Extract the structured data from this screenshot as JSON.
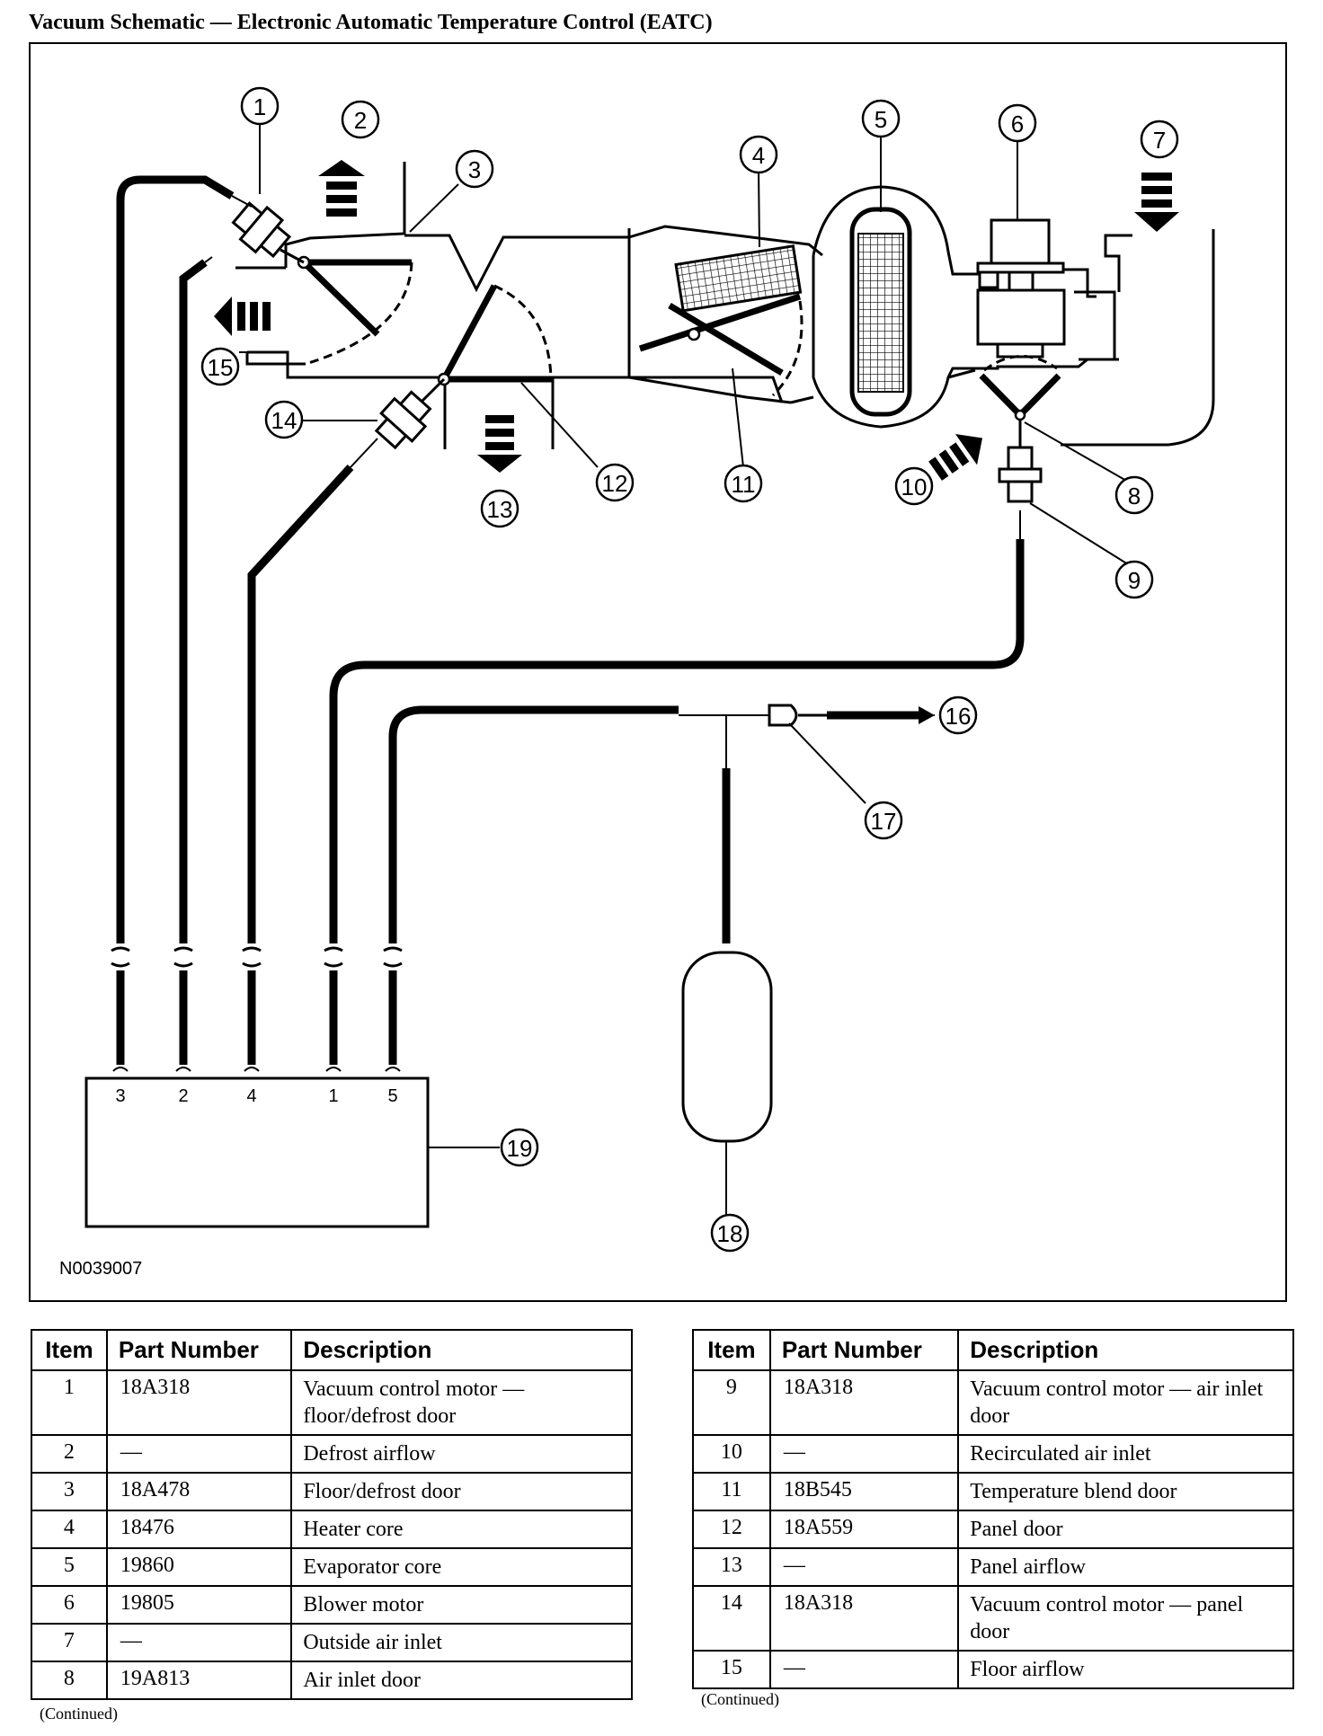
{
  "title": "Vacuum Schematic — Electronic Automatic Temperature Control (EATC)",
  "diagram": {
    "figure_id": "N0039007",
    "callouts": [
      "1",
      "2",
      "3",
      "4",
      "5",
      "6",
      "7",
      "8",
      "9",
      "10",
      "11",
      "12",
      "13",
      "14",
      "15",
      "16",
      "17",
      "18",
      "19"
    ],
    "port_labels": [
      "3",
      "2",
      "4",
      "1",
      "5"
    ]
  },
  "table_headers": {
    "item": "Item",
    "part_number": "Part Number",
    "description": "Description"
  },
  "table_left": [
    {
      "item": "1",
      "part": "18A318",
      "desc": "Vacuum control motor — floor/defrost door"
    },
    {
      "item": "2",
      "part": "—",
      "desc": "Defrost airflow"
    },
    {
      "item": "3",
      "part": "18A478",
      "desc": "Floor/defrost door"
    },
    {
      "item": "4",
      "part": "18476",
      "desc": "Heater core"
    },
    {
      "item": "5",
      "part": "19860",
      "desc": "Evaporator core"
    },
    {
      "item": "6",
      "part": "19805",
      "desc": "Blower motor"
    },
    {
      "item": "7",
      "part": "—",
      "desc": "Outside air inlet"
    },
    {
      "item": "8",
      "part": "19A813",
      "desc": "Air inlet door"
    }
  ],
  "table_right": [
    {
      "item": "9",
      "part": "18A318",
      "desc": "Vacuum control motor — air inlet door"
    },
    {
      "item": "10",
      "part": "—",
      "desc": "Recirculated air inlet"
    },
    {
      "item": "11",
      "part": "18B545",
      "desc": "Temperature blend door"
    },
    {
      "item": "12",
      "part": "18A559",
      "desc": "Panel door"
    },
    {
      "item": "13",
      "part": "—",
      "desc": "Panel airflow"
    },
    {
      "item": "14",
      "part": "18A318",
      "desc": "Vacuum control motor — panel door"
    },
    {
      "item": "15",
      "part": "—",
      "desc": "Floor airflow"
    }
  ],
  "continued_label": "(Continued)"
}
